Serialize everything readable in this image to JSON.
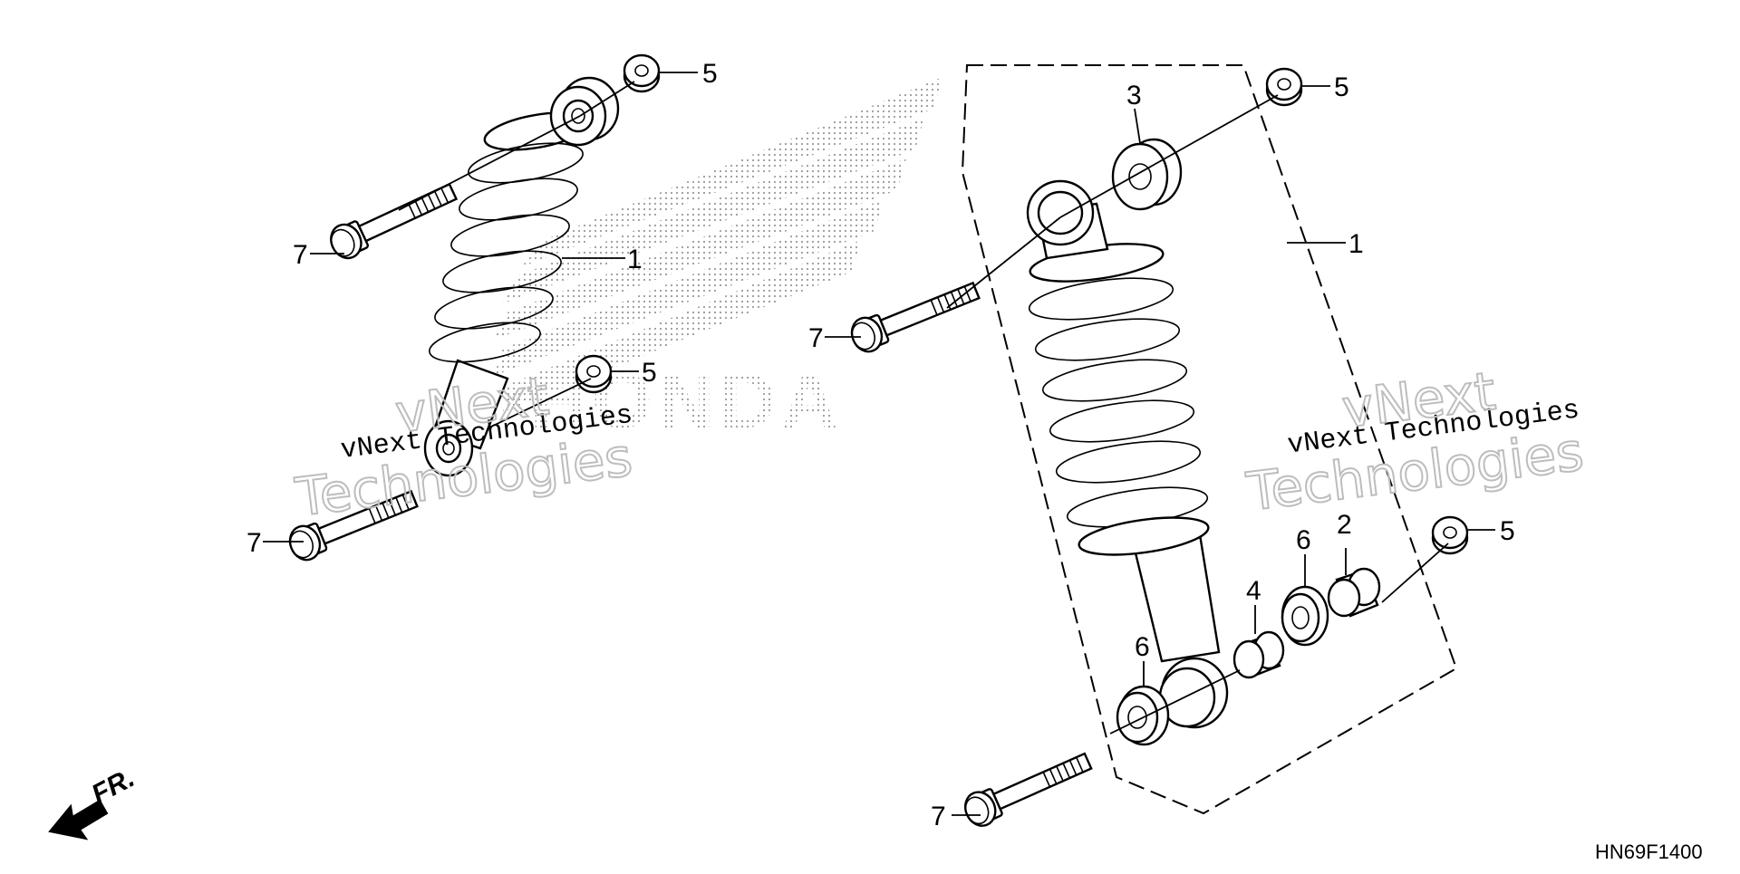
{
  "diagram": {
    "reference_code": "HN69F1400",
    "front_indicator": "FR.",
    "logo_text": "HONDA",
    "watermarks": [
      {
        "line1": "vNext Technologies",
        "line2": "vNext",
        "line3": "Technologies"
      },
      {
        "line1": "vNext Technologies",
        "line2": "vNext",
        "line3": "Technologies"
      }
    ],
    "callouts": [
      {
        "id": "left-top-nut",
        "label": "5"
      },
      {
        "id": "left-top-bolt",
        "label": "7"
      },
      {
        "id": "left-shock",
        "label": "1"
      },
      {
        "id": "left-bottom-nut",
        "label": "5"
      },
      {
        "id": "left-bottom-bolt",
        "label": "7"
      },
      {
        "id": "right-top-nut",
        "label": "5"
      },
      {
        "id": "right-bushing-top",
        "label": "3"
      },
      {
        "id": "right-top-bolt",
        "label": "7"
      },
      {
        "id": "right-shock",
        "label": "1"
      },
      {
        "id": "right-collar-long",
        "label": "2"
      },
      {
        "id": "right-bottom-nut",
        "label": "5"
      },
      {
        "id": "right-seal-inner",
        "label": "6"
      },
      {
        "id": "right-collar-short",
        "label": "4"
      },
      {
        "id": "right-seal-outer",
        "label": "6"
      },
      {
        "id": "right-bottom-bolt",
        "label": "7"
      }
    ]
  }
}
